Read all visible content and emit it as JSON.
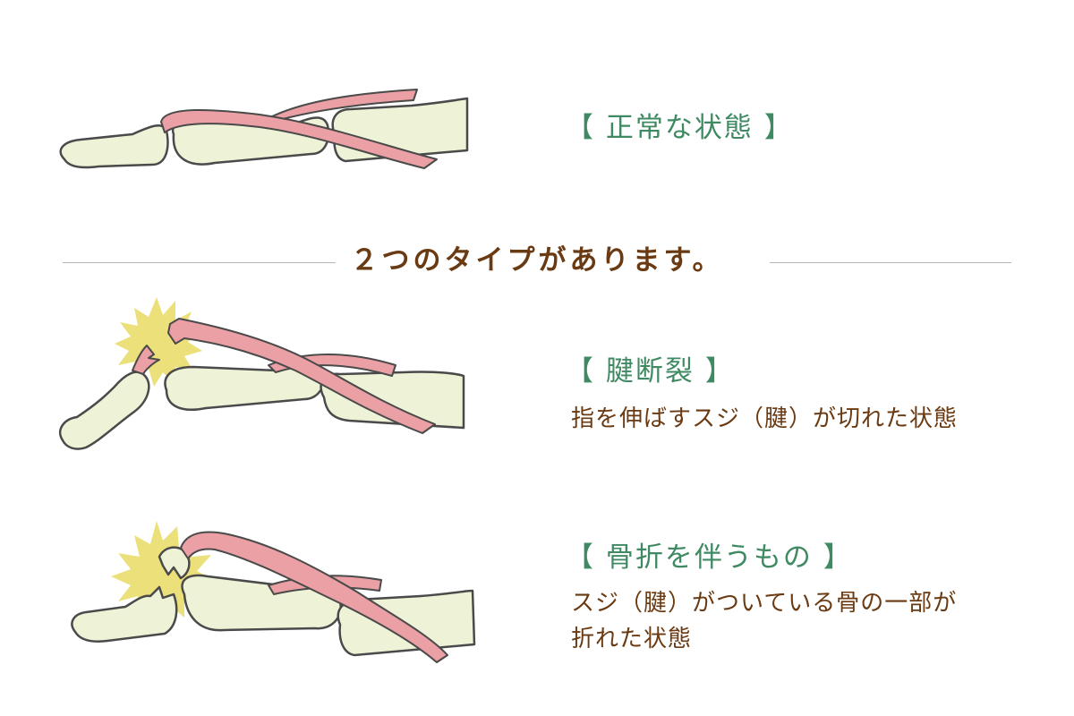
{
  "colors": {
    "green": "#3f8a62",
    "brown": "#6a3a12",
    "bone_fill": "#eef3d8",
    "bone_stroke": "#4a4a4a",
    "tendon_fill": "#eaa0a4",
    "tendon_stroke": "#4a4a4a",
    "burst": "#ece07a",
    "divider": "#b5b5b5"
  },
  "sections": {
    "normal": {
      "label": "【 正常な状態 】"
    },
    "divider": {
      "text": "２つのタイプがあります。"
    },
    "tendon_rupture": {
      "label": "【 腱断裂 】",
      "desc_line1": "指を伸ばすスジ（腱）が切れた状態"
    },
    "fracture": {
      "label": "【 骨折を伴うもの 】",
      "desc_line1": "スジ（腱）がついている骨の一部が",
      "desc_line2": "折れた状態"
    }
  }
}
